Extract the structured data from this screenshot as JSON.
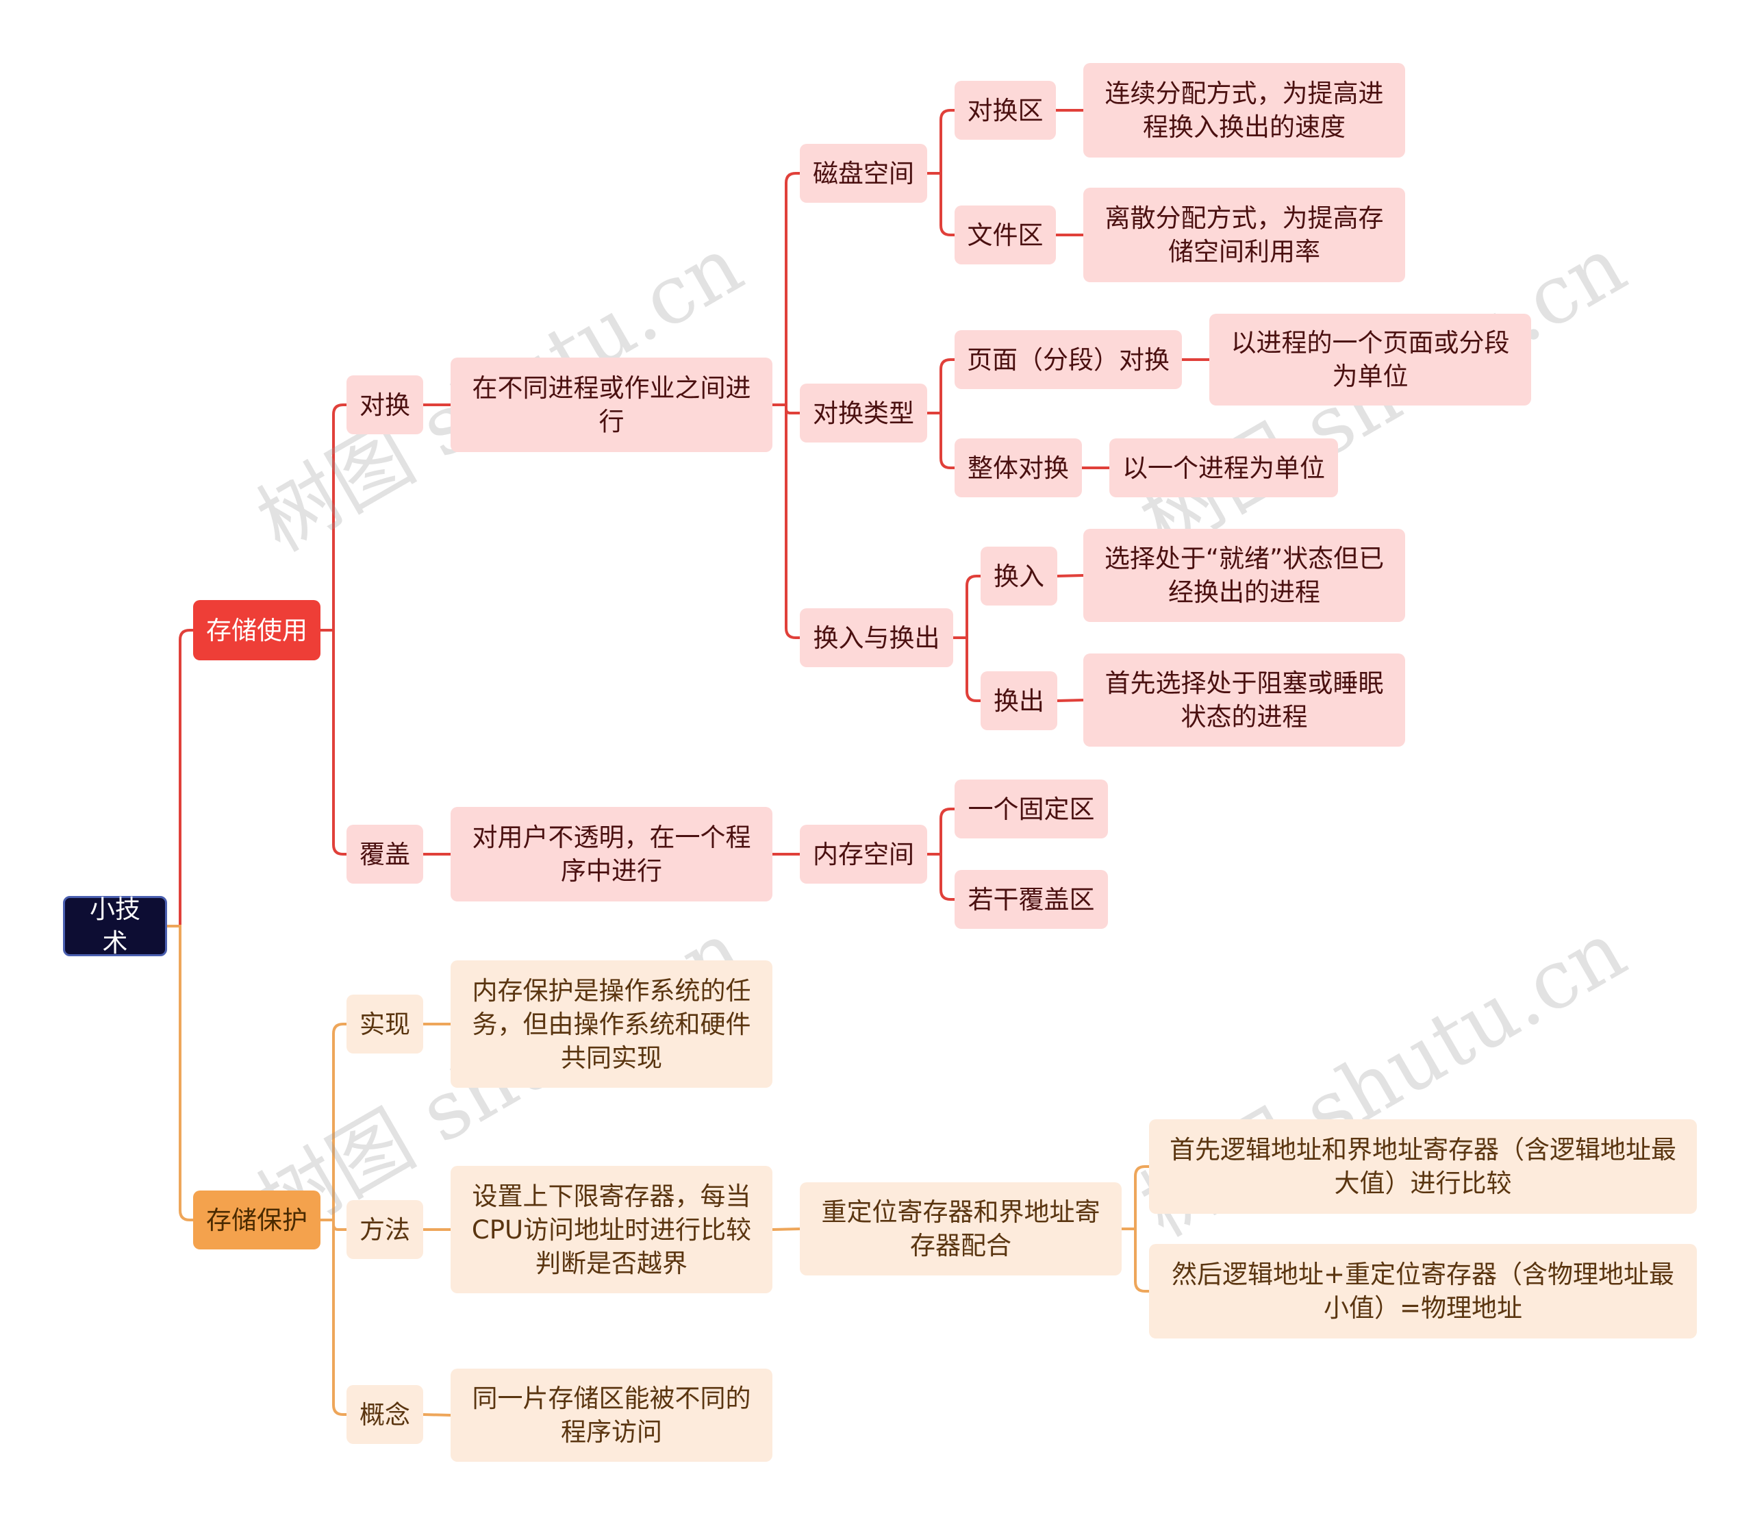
{
  "watermark": "树图 shutu.cn",
  "colors": {
    "red_branch": "#e0403a",
    "orange_branch": "#eea65a",
    "root_bg": "#0d0d33"
  },
  "nodes": {
    "root": "小技术",
    "storage_use": "存储使用",
    "storage_protect": "存储保护",
    "swap": "对换",
    "swap_desc": "在不同进程或作业之间进行",
    "disk_space": "磁盘空间",
    "swap_area": "对换区",
    "swap_area_desc": "连续分配方式，为提高进程换入换出的速度",
    "file_area": "文件区",
    "file_area_desc": "离散分配方式，为提高存储空间利用率",
    "swap_type": "对换类型",
    "page_swap": "页面（分段）对换",
    "page_swap_desc": "以进程的一个页面或分段为单位",
    "whole_swap": "整体对换",
    "whole_swap_desc": "以一个进程为单位",
    "swap_in_out": "换入与换出",
    "swap_in": "换入",
    "swap_in_desc": "选择处于“就绪”状态但已经换出的进程",
    "swap_out": "换出",
    "swap_out_desc": "首先选择处于阻塞或睡眠状态的进程",
    "overlay": "覆盖",
    "overlay_desc": "对用户不透明，在一个程序中进行",
    "memory_space": "内存空间",
    "fixed_area": "一个固定区",
    "overlay_areas": "若干覆盖区",
    "implement": "实现",
    "implement_desc": "内存保护是操作系统的任务，但由操作系统和硬件共同实现",
    "method": "方法",
    "method_desc": "设置上下限寄存器，每当CPU访问地址时进行比较判断是否越界",
    "relocation": "重定位寄存器和界地址寄存器配合",
    "compare_first": "首先逻辑地址和界地址寄存器（含逻辑地址最大值）进行比较",
    "then_add": "然后逻辑地址+重定位寄存器（含物理地址最小值）=物理地址",
    "concept": "概念",
    "concept_desc": "同一片存储区能被不同的程序访问"
  }
}
